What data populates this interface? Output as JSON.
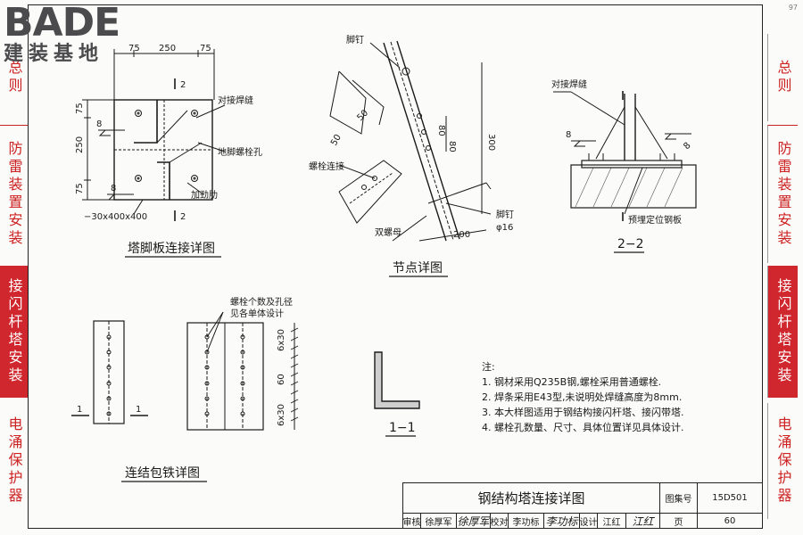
{
  "logo": {
    "brand": "BADE",
    "sub": "建装基地"
  },
  "corner_mark": "97",
  "left_tabs": [
    {
      "label": "总则",
      "active": false
    },
    {
      "label": "防雷装置安装",
      "active": false
    },
    {
      "label": "接闪杆塔安装",
      "active": true
    },
    {
      "label": "电涌保护器",
      "active": false
    }
  ],
  "right_tabs": [
    {
      "label": "总则",
      "active": false
    },
    {
      "label": "防雷装置安装",
      "active": false
    },
    {
      "label": "接闪杆塔安装",
      "active": true
    },
    {
      "label": "电涌保护器",
      "active": false
    }
  ],
  "drawings": {
    "base_plate": {
      "caption": "塔脚板连接详图",
      "dims": [
        "75",
        "250",
        "75",
        "75",
        "250",
        "75",
        "8",
        "8",
        "2",
        "2"
      ],
      "labels": {
        "butt_weld": "对接焊缝",
        "anchor_bolt_hole": "地脚螺栓孔",
        "stiffener": "加劲肋",
        "plate": "−30x400x400"
      }
    },
    "node": {
      "caption": "节点详图",
      "dims": [
        "300",
        "80",
        "80",
        "50",
        "50",
        "200",
        "φ16"
      ],
      "labels": {
        "foot_nail_top": "脚钉",
        "bolt_connection": "螺栓连接",
        "double_nut": "双螺母",
        "foot_nail_bottom": "脚钉"
      }
    },
    "section22": {
      "caption": "2−2",
      "dims": [
        "8",
        "8"
      ],
      "labels": {
        "butt_weld": "对接焊缝",
        "embedded_plate": "预埋定位钢板"
      }
    },
    "wrap_plate": {
      "caption": "连结包铁详图",
      "labels": {
        "bolt_note_1": "螺栓个数及孔径",
        "bolt_note_2": "见各单体设计",
        "cut_left": "1",
        "cut_right": "1"
      },
      "dims": [
        "6x30",
        "60",
        "6x30"
      ]
    },
    "section11": {
      "caption": "1−1"
    }
  },
  "notes": {
    "title": "注:",
    "items": [
      "1.  钢材采用Q235B钢,螺栓采用普通螺栓.",
      "2.  焊条采用E43型,未说明处焊缝高度为8mm.",
      "3.  本大样图适用于钢结构接闪杆塔、接闪带塔.",
      "4.  螺栓孔数量、尺寸、具体位置详见具体设计."
    ]
  },
  "title_block": {
    "title": "钢结构塔连接详图",
    "atlas_label": "图集号",
    "atlas_no": "15D501",
    "review_label": "审核",
    "reviewer": "徐厚军",
    "review_sig": "徐厚军",
    "check_label": "校对",
    "checker": "李功标",
    "check_sig": "李功标",
    "design_label": "设计",
    "designer": "江红",
    "design_sig": "江红",
    "page_label": "页",
    "page_no": "60"
  }
}
